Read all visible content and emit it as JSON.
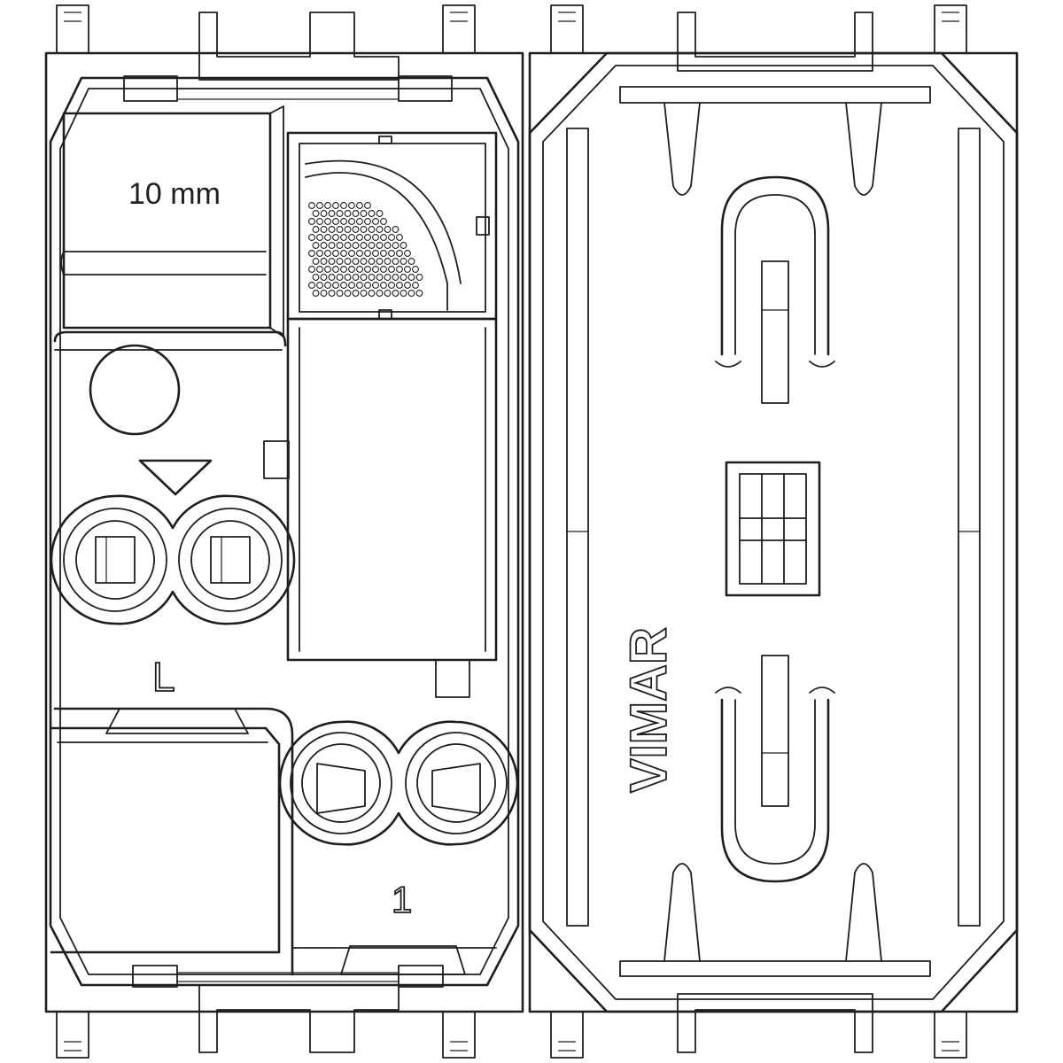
{
  "diagram": {
    "labels": {
      "strip_length": "10 mm",
      "terminal_live": "L",
      "terminal_one": "1",
      "brand": "VIMAR"
    },
    "colors": {
      "line": "#1e1e1e",
      "background": "#ffffff"
    }
  }
}
